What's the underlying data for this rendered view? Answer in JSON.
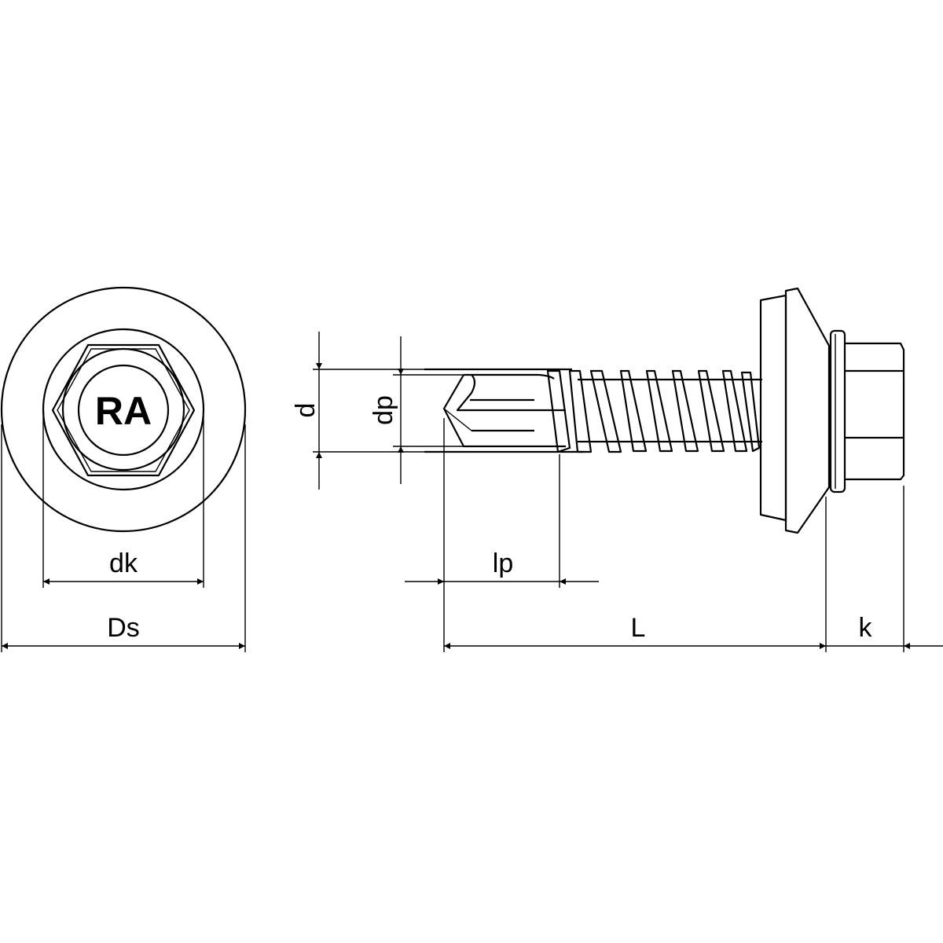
{
  "drawing": {
    "head_marking": "RA",
    "dimensions": {
      "d": "d",
      "dp": "dp",
      "dk": "dk",
      "Ds": "Ds",
      "lp": "lp",
      "L": "L",
      "k": "k"
    }
  }
}
